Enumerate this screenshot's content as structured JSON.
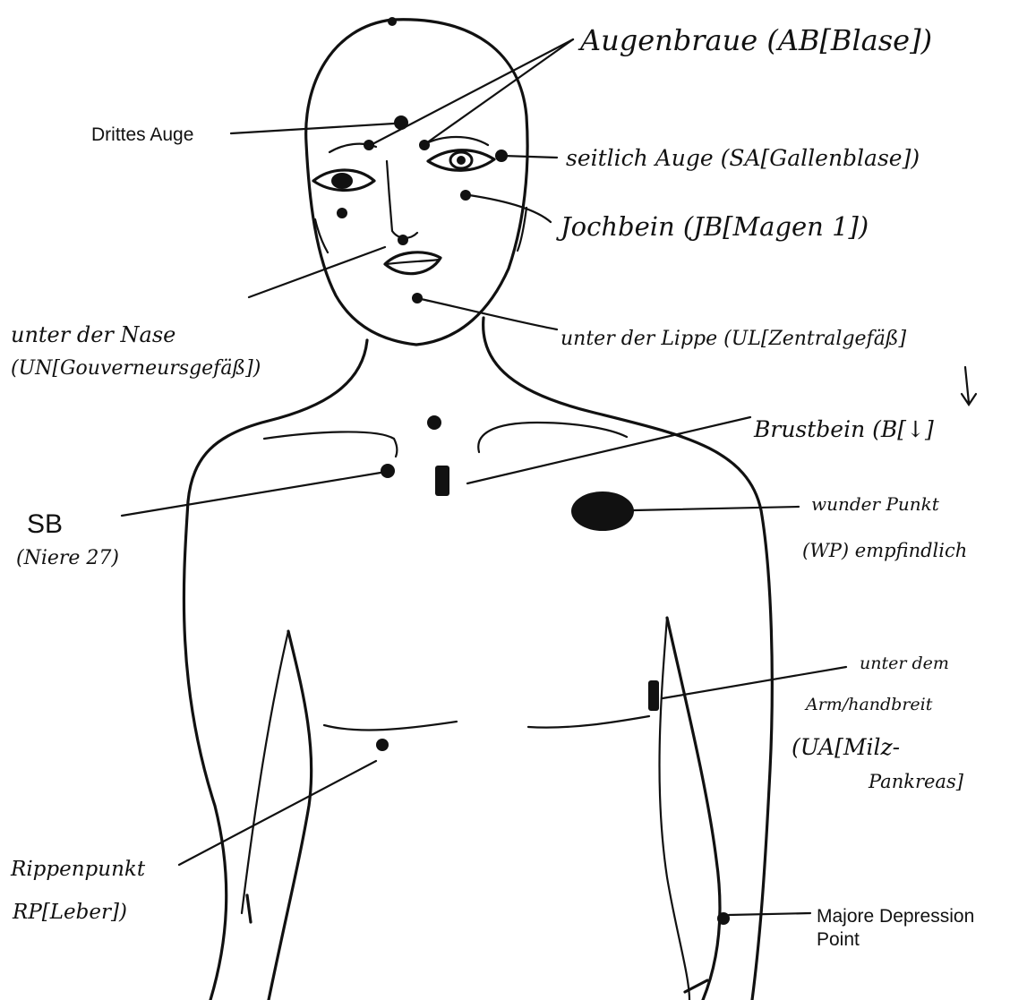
{
  "labels": {
    "drittes_auge": "Drittes Auge",
    "augenbraue": "Augenbraue (AB[Blase])",
    "seitlich_auge": "seitlich Auge (SA[Gallenblase])",
    "jochbein": "Jochbein (JB[Magen 1])",
    "unter_nase_1": "unter der Nase",
    "unter_nase_2": "(UN[Gouverneursgefäß])",
    "unter_lippe": "unter der Lippe (UL[Zentralgefäß]",
    "brustbein": "Brustbein (B[↓]",
    "sb_1": "SB",
    "sb_2": "(Niere 27)",
    "wunder_punkt_1": "wunder Punkt",
    "wunder_punkt_2": "(WP) empfindlich",
    "unter_arm_1": "unter dem",
    "unter_arm_2": "Arm/handbreit",
    "unter_arm_3": "(UA[Milz-",
    "unter_arm_4": "Pankreas]",
    "rippenpunkt_1": "Rippenpunkt",
    "rippenpunkt_2": "RP[Leber])",
    "major_depression_1": "Majore Depression",
    "major_depression_2": "Point"
  }
}
